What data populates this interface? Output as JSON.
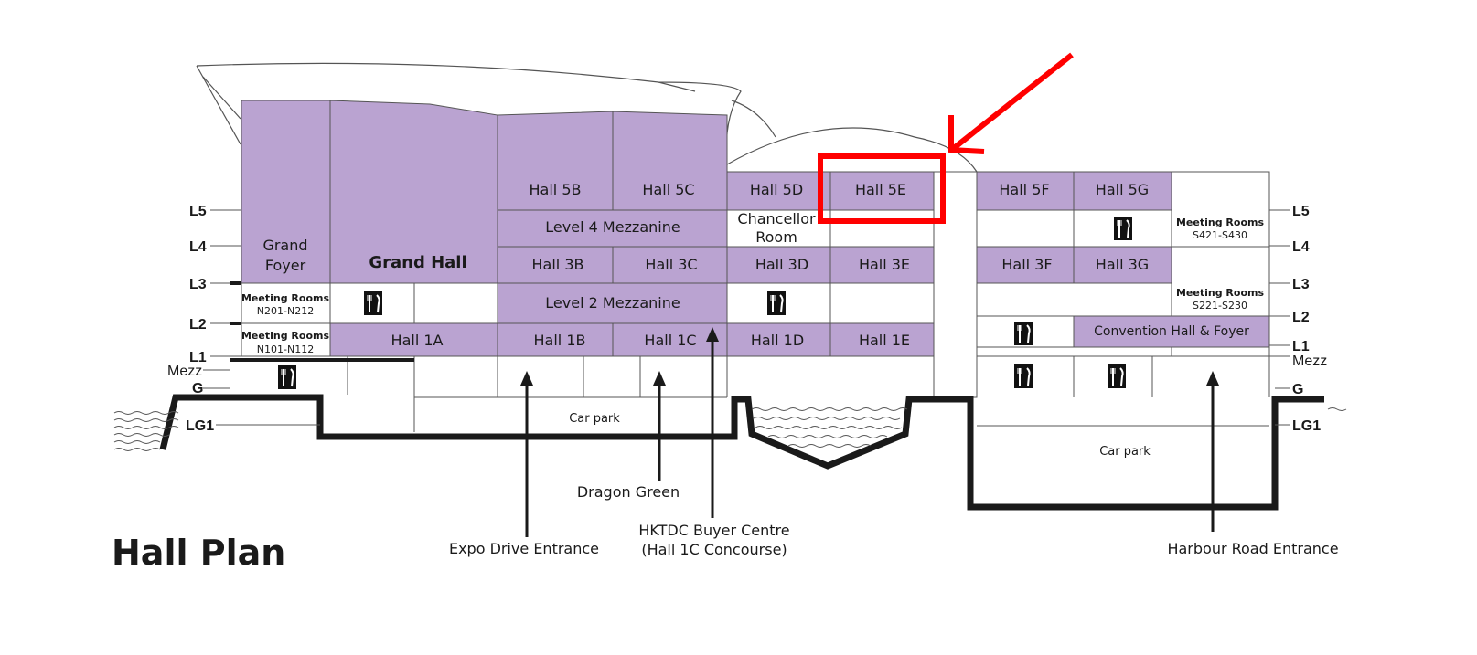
{
  "title": "Hall Plan",
  "colors": {
    "hall_fill": "#baa3d1",
    "line": "#555555",
    "ground": "#1a1a1a",
    "highlight": "#ff0000"
  },
  "levels_left": {
    "l5": "L5",
    "l4": "L4",
    "l3": "L3",
    "l2": "L2",
    "l1": "L1",
    "mezz": "Mezz",
    "g": "G",
    "lg1": "LG1"
  },
  "levels_right": {
    "l5": "L5",
    "l4": "L4",
    "l3": "L3",
    "l2": "L2",
    "l1": "L1",
    "mezz": "Mezz",
    "g": "G",
    "lg1": "LG1"
  },
  "halls": {
    "grand_foyer_1": "Grand",
    "grand_foyer_2": "Foyer",
    "grand_hall": "Grand Hall",
    "h5b": "Hall 5B",
    "h5c": "Hall 5C",
    "h5d": "Hall 5D",
    "h5e": "Hall 5E",
    "h5f": "Hall 5F",
    "h5g": "Hall 5G",
    "l4_mezz": "Level 4 Mezzanine",
    "chancellor_1": "Chancellor",
    "chancellor_2": "Room",
    "h3b": "Hall 3B",
    "h3c": "Hall 3C",
    "h3d": "Hall 3D",
    "h3e": "Hall 3E",
    "h3f": "Hall 3F",
    "h3g": "Hall 3G",
    "l2_mezz": "Level 2 Mezzanine",
    "h1a": "Hall 1A",
    "h1b": "Hall 1B",
    "h1c": "Hall 1C",
    "h1d": "Hall 1D",
    "h1e": "Hall 1E",
    "convention": "Convention Hall & Foyer"
  },
  "meeting_rooms": {
    "n201_label": "Meeting Rooms",
    "n201_range": "N201-N212",
    "n101_label": "Meeting Rooms",
    "n101_range": "N101-N112",
    "s421_label": "Meeting Rooms",
    "s421_range": "S421-S430",
    "s221_label": "Meeting Rooms",
    "s221_range": "S221-S230"
  },
  "car_park_left": "Car park",
  "car_park_right": "Car park",
  "entrances": {
    "dragon_green": "Dragon Green",
    "expo_drive": "Expo Drive Entrance",
    "buyer_centre_1": "HKTDC Buyer Centre",
    "buyer_centre_2": "(Hall 1C Concourse)",
    "harbour_road": "Harbour Road Entrance"
  },
  "icons": {
    "restaurant": "fork-knife-icon",
    "highlight": "arrow-icon"
  },
  "highlighted_hall": "Hall 5E"
}
